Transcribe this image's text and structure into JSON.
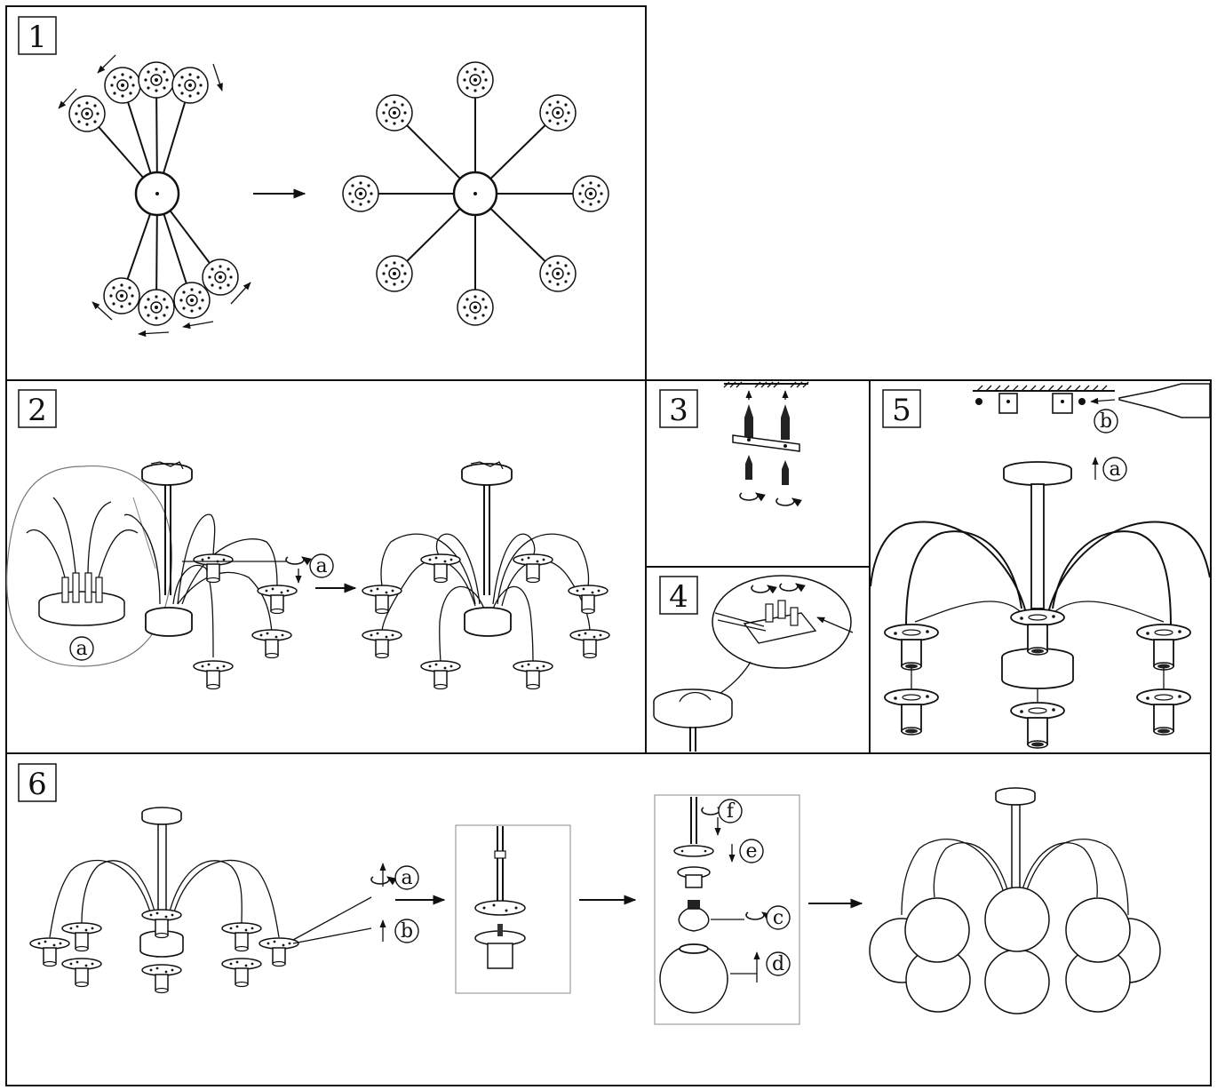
{
  "title": "Assembly instructions - 8-arm globe chandelier",
  "steps": [
    {
      "number": "1"
    },
    {
      "number": "2",
      "labels": [
        "a",
        "a"
      ]
    },
    {
      "number": "3"
    },
    {
      "number": "4"
    },
    {
      "number": "5",
      "labels": [
        "a",
        "b"
      ]
    },
    {
      "number": "6",
      "labels": [
        "a",
        "b",
        "f",
        "e",
        "c",
        "d"
      ]
    }
  ],
  "icons": [
    "rotate-arrow-icon",
    "direction-arrow-icon",
    "screw-icon",
    "screwdriver-icon",
    "bulb-icon",
    "globe-icon"
  ]
}
